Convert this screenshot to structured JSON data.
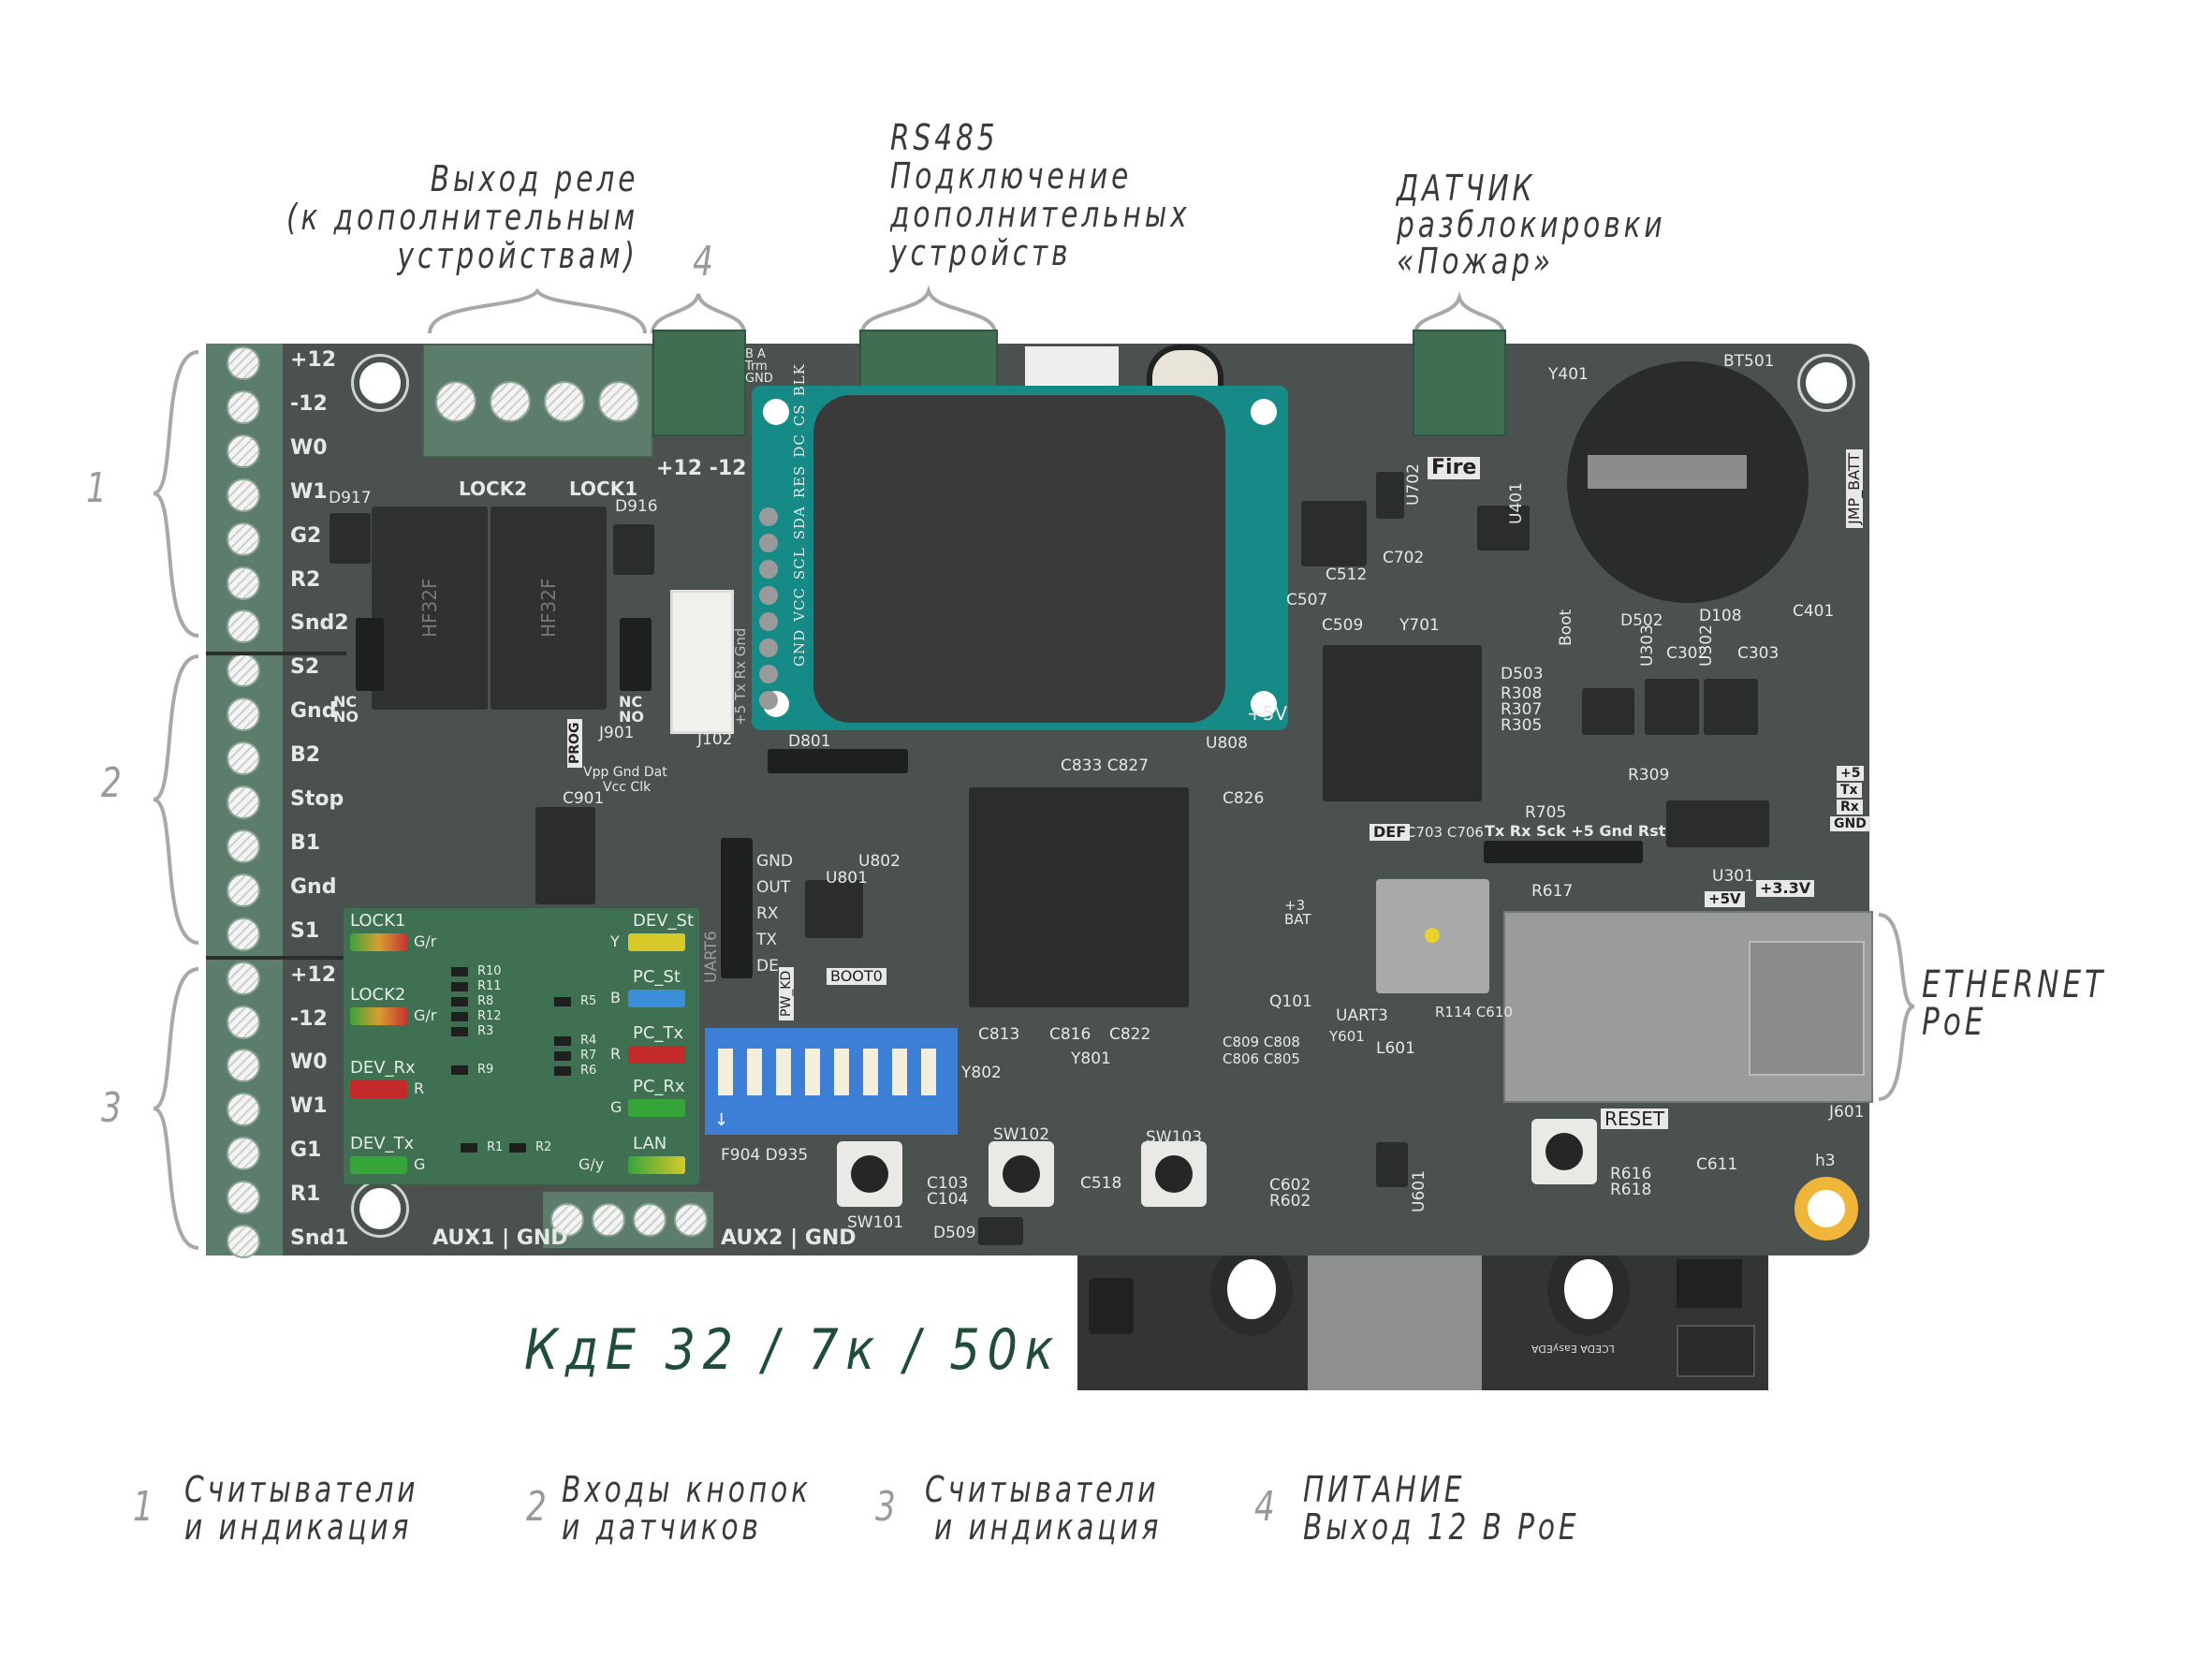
{
  "annotations": {
    "relay_output": {
      "line1": "Выход реле",
      "line2": "(к дополнительным",
      "line3": "устройствам)"
    },
    "power_out_num": "4",
    "rs485": {
      "line1": "RS485",
      "line2": "Подключение",
      "line3": "дополнительных",
      "line4": "устройств"
    },
    "fire_sensor": {
      "line1": "ДАТЧИК",
      "line2": "разблокировки",
      "line3": "«Пожар»"
    },
    "group_numbers": [
      "1",
      "2",
      "3"
    ],
    "ethernet": {
      "line1": "ETHERNET",
      "line2": "PoE"
    },
    "model": "КдЕ 32 / 7к / 50к"
  },
  "legend": [
    {
      "num": "1",
      "line1": "Считыватели",
      "line2": "и индикация"
    },
    {
      "num": "2",
      "line1": "Входы кнопок",
      "line2": "и датчиков"
    },
    {
      "num": "3",
      "line1": "Считыватели",
      "line2": "и индикация"
    },
    {
      "num": "4",
      "line1": "ПИТАНИЕ",
      "line2": "Выход 12 В PoE"
    }
  ],
  "board": {
    "terminal_labels": [
      "+12",
      "-12",
      "W0",
      "W1",
      "G2",
      "R2",
      "Snd2",
      "S2",
      "Gnd",
      "B2",
      "Stop",
      "B1",
      "Gnd",
      "S1",
      "+12",
      "-12",
      "W0",
      "W1",
      "G1",
      "R1",
      "Snd1"
    ],
    "relays": [
      "HF32F",
      "HF32F"
    ],
    "display_pins": [
      "GND",
      "VCC",
      "SCL",
      "SDA",
      "RES",
      "DC",
      "CS",
      "BLK"
    ],
    "led_panel": {
      "left": [
        {
          "label": "LOCK1",
          "code": "G/r"
        },
        {
          "label": "LOCK2",
          "code": "G/r"
        },
        {
          "label": "DEV_Rx",
          "code": "R"
        },
        {
          "label": "DEV_Tx",
          "code": "G"
        }
      ],
      "right": [
        {
          "label": "DEV_St",
          "code": "Y"
        },
        {
          "label": "PC_St",
          "code": "B"
        },
        {
          "label": "PC_Tx",
          "code": "R"
        },
        {
          "label": "PC_Rx",
          "code": "G"
        },
        {
          "label": "LAN",
          "code": "G/y"
        }
      ],
      "resistors": [
        "R10",
        "R11",
        "R8",
        "R12",
        "R3",
        "R9",
        "R5",
        "R4",
        "R7",
        "R6",
        "R1",
        "R2"
      ]
    },
    "silk": {
      "pm12": "+12 -12",
      "lock2": "LOCK2",
      "lock1": "LOCK1",
      "d917": "D917",
      "d916": "D916",
      "ncno_l": "NC NO",
      "ncno_r": "NC NO",
      "j901": "J901",
      "prog": "PROG",
      "vpp": "Vpp Gnd Dat",
      "vcc": "Vcc Clk",
      "c901": "C901",
      "j102": "J102",
      "uart_pins": "+5 Tx Rx Gnd",
      "d801": "D801",
      "c833": "C833 C827",
      "u808": "U808",
      "c826": "C826",
      "bt501": "BT501",
      "y401": "Y401",
      "fire": "Fire",
      "jmp_batt": "JMP_BATT",
      "u401": "U401",
      "u702": "U702",
      "c702": "C702",
      "c512": "C512",
      "y701": "Y701",
      "c509": "C509",
      "c507": "C507",
      "boot": "Boot",
      "d502": "D502",
      "d108": "D108",
      "c401": "C401",
      "c302": "C302",
      "c303": "C303",
      "u303": "U303",
      "u302": "U302",
      "d503": "D503",
      "r308": "R308",
      "r307": "R307",
      "r305": "R305",
      "r309": "R309",
      "r705": "R705",
      "def": "DEF",
      "c703": "C703 C706",
      "prog_pins": "Tx Rx Sck +5 Gnd Rst",
      "hdr_p5": "+5",
      "hdr_tx": "Tx",
      "hdr_rx": "Rx",
      "hdr_gnd": "GND",
      "u301": "U301",
      "p5v": "+5V",
      "p33v": "+3.3V",
      "r617": "R617",
      "q101": "Q101",
      "uart3": "UART3",
      "c813": "C813",
      "c816": "C816",
      "c822": "C822",
      "y801": "Y801",
      "y802": "Y802",
      "reset": "RESET",
      "j601": "J601",
      "c611": "C611",
      "h3": "h3",
      "sw101": "SW101",
      "sw102": "SW102",
      "sw103": "SW103",
      "c103": "C103 C104",
      "c518": "C518",
      "d509": "D509",
      "r616": "R616 R618",
      "c602": "C602 R602",
      "u601": "U601",
      "f904": "F904 D935",
      "aux1": "AUX1 | GND",
      "aux2": "AUX2 | GND",
      "boot0": "BOOT0",
      "pwkd": "PW_KD",
      "u_gnd": "GND",
      "u_out": "OUT",
      "u_rx": "RX",
      "u_tx": "TX",
      "u_de": "DE",
      "uart6": "UART6",
      "u801": "U801",
      "u802": "U802",
      "bat": "+3 BAT",
      "c809": "C809 C808",
      "c806": "C806 C805",
      "l601": "L601",
      "r114": "R114 C610",
      "y601": "Y601",
      "p5v_disp": "+5V",
      "trm": "B A Trm GND",
      "lceda": "LCEDA EasyEDA"
    }
  }
}
